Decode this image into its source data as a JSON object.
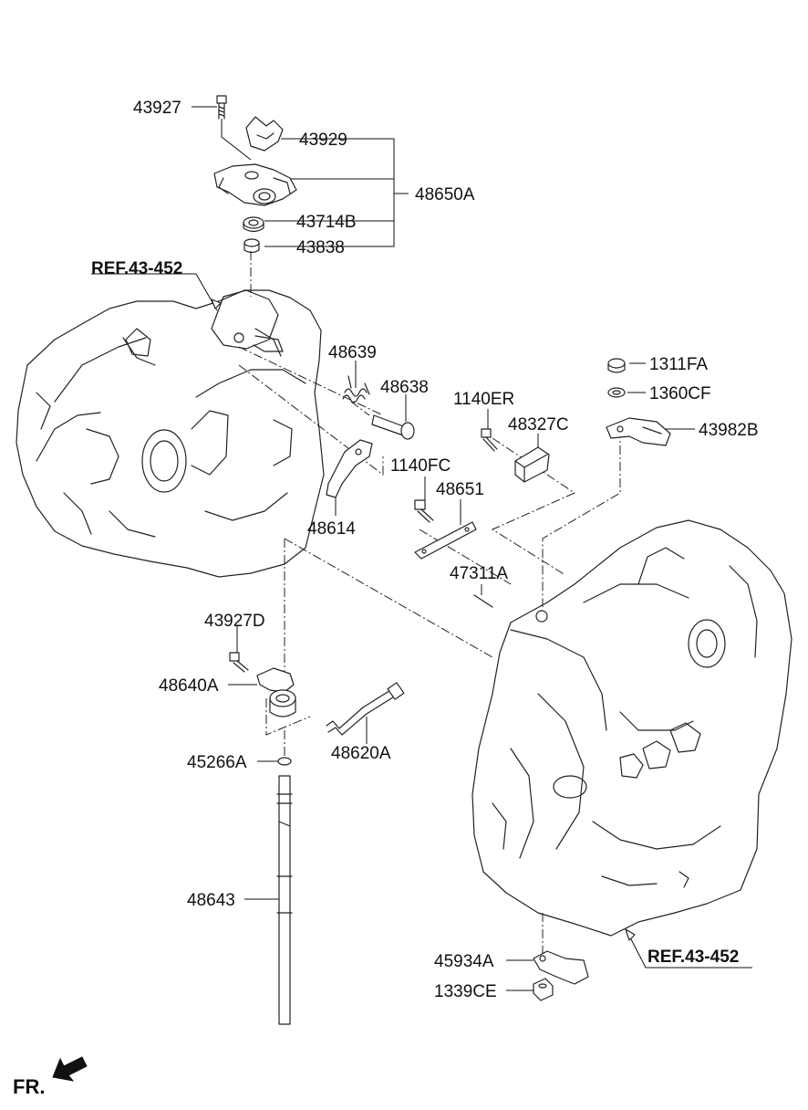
{
  "labels": {
    "p43927": "43927",
    "p43929": "43929",
    "p48650A": "48650A",
    "p43714B": "43714B",
    "p43838": "43838",
    "ref_top": "REF.43-452",
    "p48639": "48639",
    "p48638": "48638",
    "p1140ER": "1140ER",
    "p48327C": "48327C",
    "p1311FA": "1311FA",
    "p1360CF": "1360CF",
    "p43982B": "43982B",
    "p1140FC": "1140FC",
    "p48651": "48651",
    "p48614": "48614",
    "p47311A": "47311A",
    "p43927D": "43927D",
    "p48640A": "48640A",
    "p48620A": "48620A",
    "p45266A": "45266A",
    "p48643": "48643",
    "p45934A": "45934A",
    "p1339CE": "1339CE",
    "ref_bottom": "REF.43-452",
    "fr": "FR."
  },
  "icons": {
    "front_arrow": "front-direction-arrow-icon"
  }
}
